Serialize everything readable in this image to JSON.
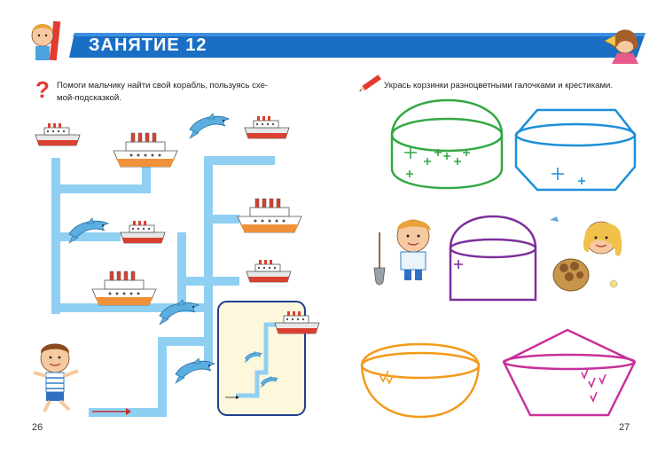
{
  "lesson": {
    "title": "ЗАНЯТИЕ 12"
  },
  "left_page": {
    "task_text_line1": "Помоги мальчику найти свой корабль, пользуясь схе-",
    "task_text_line2": "мой-подсказкой.",
    "page_number": "26"
  },
  "right_page": {
    "task_text": "Укрась корзинки разноцветными галочками и крестиками.",
    "page_number": "27"
  },
  "colors": {
    "banner": "#1a6fc4",
    "maze": "#8fd0f2",
    "hint_border": "#223e8c",
    "hint_bg": "#fdf7dc",
    "basket_green": "#33a845",
    "basket_blue": "#1e8fd8",
    "basket_purple": "#7d2f9b",
    "basket_orange": "#f39a1b",
    "basket_magenta": "#c8309a",
    "question_mark": "#e23a2e"
  },
  "icons": [
    "question-mark-icon",
    "pencil-icon",
    "ship-icon",
    "dolphin-icon",
    "arrow-icon"
  ]
}
